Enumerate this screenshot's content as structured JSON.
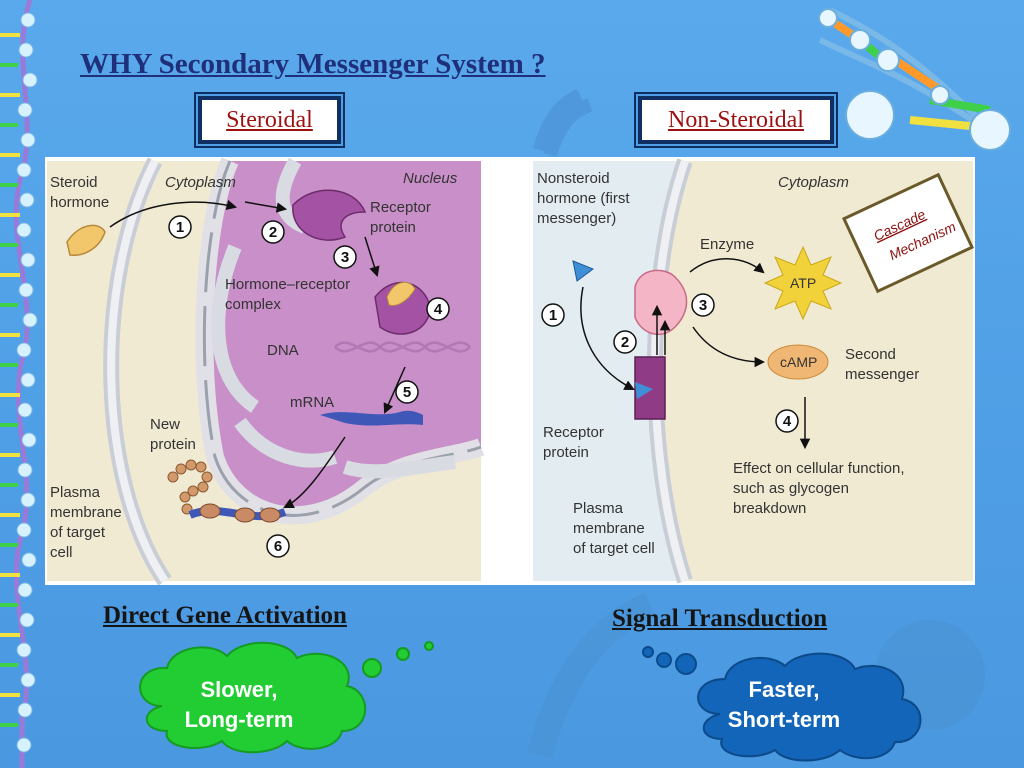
{
  "slide_title": "WHY Secondary Messenger System ?",
  "labels": {
    "steroidal": "Steroidal",
    "non_steroidal": "Non-Steroidal"
  },
  "steroid_diagram": {
    "cytoplasm": "Cytoplasm",
    "nucleus": "Nucleus",
    "steroid_hormone": [
      "Steroid",
      "hormone"
    ],
    "receptor_protein": [
      "Receptor",
      "protein"
    ],
    "hormone_receptor_complex": [
      "Hormone–receptor",
      "complex"
    ],
    "dna": "DNA",
    "mrna": "mRNA",
    "new_protein": [
      "New",
      "protein"
    ],
    "plasma_membrane": [
      "Plasma",
      "membrane",
      "of target",
      "cell"
    ],
    "steps": [
      "1",
      "2",
      "3",
      "4",
      "5",
      "6"
    ]
  },
  "nonsteroid_diagram": {
    "first_messenger": [
      "Nonsteroid",
      "hormone (first",
      "messenger)"
    ],
    "cytoplasm": "Cytoplasm",
    "enzyme": "Enzyme",
    "atp": "ATP",
    "camp": "cAMP",
    "second_messenger": [
      "Second",
      "messenger"
    ],
    "receptor_protein": [
      "Receptor",
      "protein"
    ],
    "effect": [
      "Effect on cellular function,",
      "such as glycogen",
      "breakdown"
    ],
    "plasma_membrane": [
      "Plasma",
      "membrane",
      "of target cell"
    ],
    "steps": [
      "1",
      "2",
      "3",
      "4"
    ]
  },
  "cascade_note": [
    "Cascade",
    "Mechanism"
  ],
  "headings": {
    "direct_gene": "Direct Gene Activation",
    "signal": "Signal Transduction"
  },
  "clouds": {
    "slow": {
      "line1": "Slower,",
      "line2": "Long-term",
      "color": "#22cc33"
    },
    "fast": {
      "line1": "Faster,",
      "line2": "Short-term",
      "color": "#1265b8"
    }
  }
}
